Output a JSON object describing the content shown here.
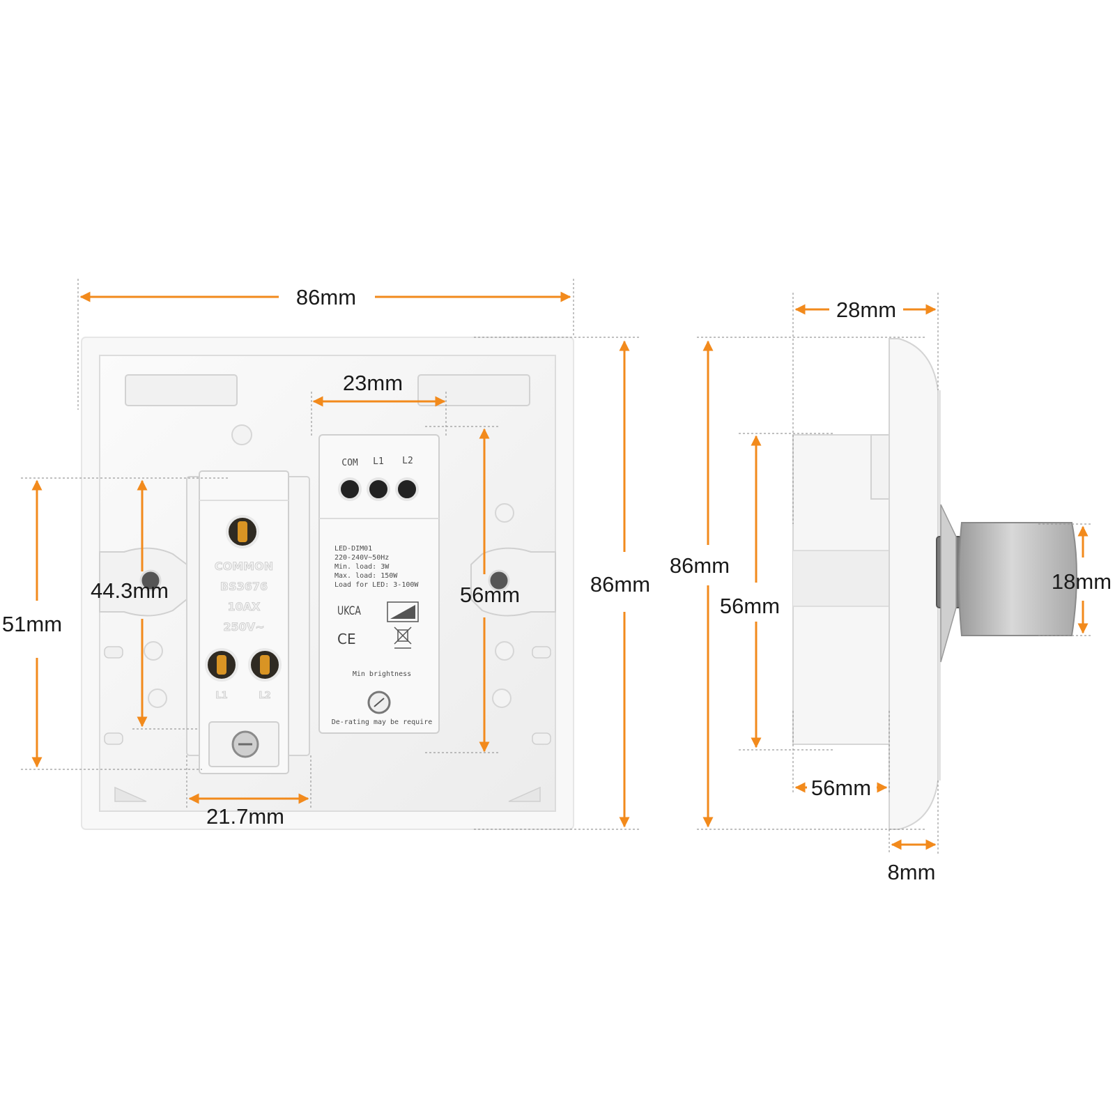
{
  "colors": {
    "arrow": "#f28a1c",
    "guide": "#9a9a9a",
    "plate": "#f7f7f7",
    "text": "#1a1a1a"
  },
  "front_view": {
    "width_label": "86mm",
    "height_label": "86mm",
    "module_width_label": "23mm",
    "module_height_label": "56mm",
    "switch_height_label": "44.3mm",
    "fixing_pitch_label": "51mm",
    "switch_width_label": "21.7mm",
    "switch_module": {
      "embossed_lines": [
        "COMMON",
        "BS3676",
        "10AX",
        "250V~"
      ],
      "terminal_l1": "L1",
      "terminal_l2": "L2"
    },
    "dimmer_module": {
      "terminals": [
        "COM",
        "L1",
        "L2"
      ],
      "specs": [
        "LED-DIM01",
        "220-240V~50Hz",
        "Min. load: 3W",
        "Max. load: 150W",
        "Load for LED: 3-100W"
      ],
      "ukca_mark": "UKCA",
      "ce_mark": "CE",
      "min_brightness_label": "Min brightness",
      "derating_note": "De-rating may be require"
    }
  },
  "side_view": {
    "total_depth_label": "28mm",
    "height_label": "86mm",
    "module_height_label": "56mm",
    "knob_diameter_label": "18mm",
    "module_depth_label": "56mm",
    "plate_thickness_label": "8mm"
  }
}
